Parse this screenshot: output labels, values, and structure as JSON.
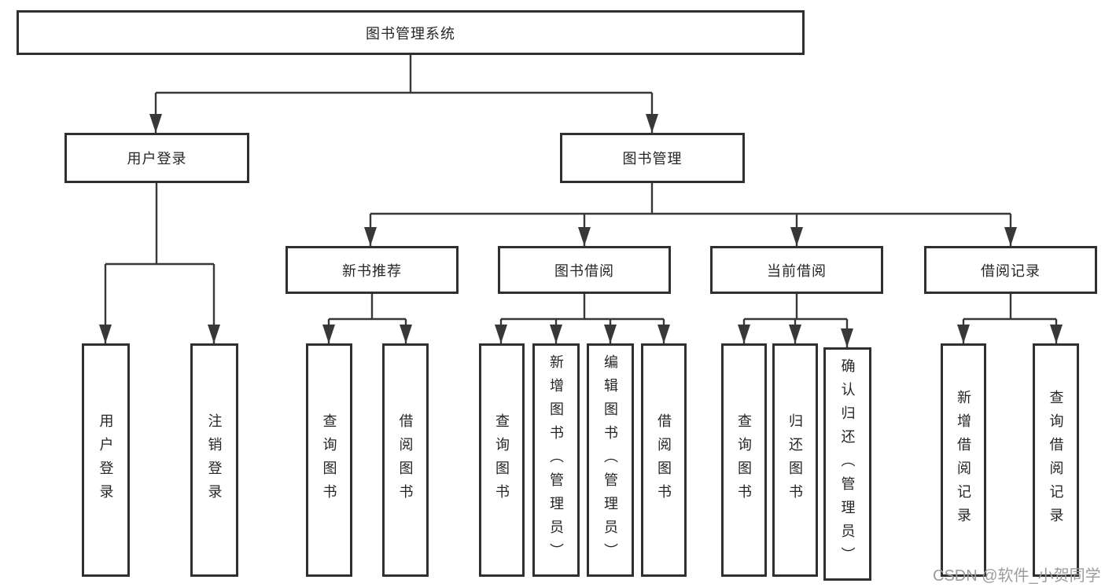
{
  "diagram_title": "图书管理系统",
  "nodes": {
    "root": "图书管理系统",
    "user_login": "用户登录",
    "book_management": "图书管理",
    "new_book_recommend": "新书推荐",
    "book_borrowing": "图书借阅",
    "current_borrowing": "当前借阅",
    "borrowing_records": "借阅记录",
    "leaf_user_login": "用户登录",
    "leaf_logout": "注销登录",
    "leaf_query_books_recommend": "查询图书",
    "leaf_borrow_books_recommend": "借阅图书",
    "leaf_query_books_borrowing": "查询图书",
    "leaf_add_books_admin": "新增图书（管理员）",
    "leaf_edit_books_admin": "编辑图书（管理员）",
    "leaf_borrow_books_borrowing": "借阅图书",
    "leaf_query_books_current": "查询图书",
    "leaf_return_books": "归还图书",
    "leaf_confirm_return_admin": "确认归还（管理员）",
    "leaf_add_borrow_record": "新增借阅记录",
    "leaf_query_borrow_record": "查询借阅记录"
  },
  "watermark": "CSDN @软件_小贺同学",
  "colors": {
    "line": "#383838",
    "border": "#303030",
    "text": "#262626",
    "watermark": "#9c9c9c",
    "background": "#ffffff"
  }
}
